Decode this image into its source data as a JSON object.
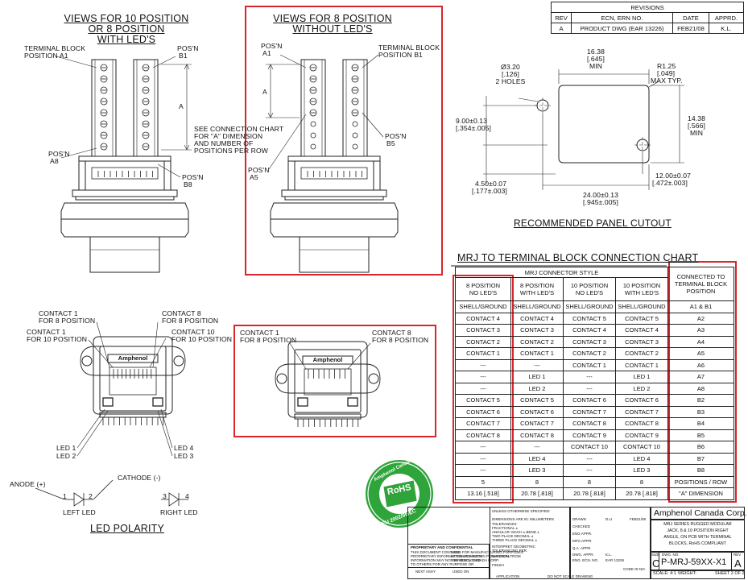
{
  "views10": {
    "title1": "VIEWS FOR 10 POSITION",
    "title2": "OR 8 POSITION",
    "title3": "WITH LED'S",
    "tb_a1_1": "TERMINAL BLOCK",
    "tb_a1_2": "POSITION A1",
    "posb1_1": "POS'N",
    "posb1_2": "B1",
    "posa8_1": "POS'N",
    "posa8_2": "A8",
    "posb8_1": "POS'N",
    "posb8_2": "B8",
    "dim_a": "A",
    "note1": "SEE CONNECTION CHART",
    "note2": "FOR \"A\" DIMENSION",
    "note3": "AND NUMBER OF",
    "note4": "POSITIONS PER ROW"
  },
  "views8": {
    "title1": "VIEWS FOR 8 POSITION",
    "title2": "WITHOUT LED'S",
    "posa1_1": "POS'N",
    "posa1_2": "A1",
    "tb_b1_1": "TERMINAL BLOCK",
    "tb_b1_2": "POSITION B1",
    "posb5_1": "POS'N",
    "posb5_2": "B5",
    "posa5_1": "POS'N",
    "posa5_2": "A5",
    "dim_a": "A"
  },
  "revisions": {
    "title": "REVISIONS",
    "headers": [
      "REV",
      "ECN, ERN NO.",
      "DATE",
      "APPRD."
    ],
    "row": [
      "A",
      "PRODUCT DWG (EAR 13226)",
      "FEB21/08",
      "K.L."
    ]
  },
  "cutout": {
    "title": "RECOMMENDED PANEL CUTOUT",
    "d1": "Ø3.20",
    "d1b": "[.126]",
    "d1c": "2 HOLES",
    "d2": "16.38",
    "d2b": "[.645]",
    "d2c": "MIN",
    "d3": "R1.25",
    "d3b": "[.049]",
    "d3c": "MAX TYP.",
    "d4": "9.00±0.13",
    "d4b": "[.354±.005]",
    "d5": "14.38",
    "d5b": "[.566]",
    "d5c": "MIN",
    "d6": "12.00±0.07",
    "d6b": "[.472±.003]",
    "d7": "4.50±0.07",
    "d7b": "[.177±.003]",
    "d8": "24.00±0.13",
    "d8b": "[.945±.005]"
  },
  "contacts10": {
    "c1a": "CONTACT 1",
    "c1b": "FOR 8 POSITION",
    "c8a": "CONTACT 8",
    "c8b": "FOR 8 POSITION",
    "c1c": "CONTACT 1",
    "c1d": "FOR 10 POSITION",
    "c10a": "CONTACT 10",
    "c10b": "FOR 10 POSITION",
    "brand": "Amphenol",
    "led1": "LED 1",
    "led2": "LED 2",
    "led4": "LED 4",
    "led3": "LED 3"
  },
  "contacts8": {
    "c1a": "CONTACT 1",
    "c1b": "FOR 8 POSITION",
    "c8a": "CONTACT 8",
    "c8b": "FOR 8 POSITION",
    "brand": "Amphenol"
  },
  "polarity": {
    "title": "LED POLARITY",
    "anode": "ANODE (+)",
    "cathode": "CATHODE (-)",
    "p1": "1",
    "p2": "2",
    "p3": "3",
    "p4": "4",
    "left": "LEFT LED",
    "right": "RIGHT LED"
  },
  "chart": {
    "title": "MRJ TO TERMINAL BLOCK CONNECTION CHART",
    "style_header": "MRJ CONNECTOR STYLE",
    "col_headers": [
      [
        "8 POSITION",
        "NO LED'S"
      ],
      [
        "8 POSITION",
        "WITH LED'S"
      ],
      [
        "10 POSITION",
        "NO LED'S"
      ],
      [
        "10 POSITION",
        "WITH LED'S"
      ],
      [
        "CONNECTED TO",
        "TERMINAL BLOCK",
        "POSITION"
      ]
    ],
    "rows": [
      [
        "SHELL/GROUND",
        "SHELL/GROUND",
        "SHELL/GROUND",
        "SHELL/GROUND",
        "A1 & B1"
      ],
      [
        "CONTACT 4",
        "CONTACT 4",
        "CONTACT 5",
        "CONTACT 5",
        "A2"
      ],
      [
        "CONTACT 3",
        "CONTACT 3",
        "CONTACT 4",
        "CONTACT 4",
        "A3"
      ],
      [
        "CONTACT 2",
        "CONTACT 2",
        "CONTACT 3",
        "CONTACT 3",
        "A4"
      ],
      [
        "CONTACT 1",
        "CONTACT 1",
        "CONTACT 2",
        "CONTACT 2",
        "A5"
      ],
      [
        "---",
        "---",
        "CONTACT 1",
        "CONTACT 1",
        "A6"
      ],
      [
        "---",
        "LED 1",
        "---",
        "LED 1",
        "A7"
      ],
      [
        "---",
        "LED 2",
        "---",
        "LED 2",
        "A8"
      ],
      [
        "CONTACT 5",
        "CONTACT 5",
        "CONTACT 6",
        "CONTACT 6",
        "B2"
      ],
      [
        "CONTACT 6",
        "CONTACT 6",
        "CONTACT 7",
        "CONTACT 7",
        "B3"
      ],
      [
        "CONTACT 7",
        "CONTACT 7",
        "CONTACT 8",
        "CONTACT 8",
        "B4"
      ],
      [
        "CONTACT 8",
        "CONTACT 8",
        "CONTACT 9",
        "CONTACT 9",
        "B5"
      ],
      [
        "---",
        "---",
        "CONTACT 10",
        "CONTACT 10",
        "B6"
      ],
      [
        "---",
        "LED 4",
        "---",
        "LED 4",
        "B7"
      ],
      [
        "---",
        "LED 3",
        "---",
        "LED 3",
        "B8"
      ],
      [
        "5",
        "8",
        "8",
        "8",
        "POSITIONS / ROW"
      ],
      [
        "13.16 [.518]",
        "20.78 [.818]",
        "20.78 [.818]",
        "20.78 [.818]",
        "\"A\" DIMENSION"
      ]
    ]
  },
  "stamp": {
    "top": "Amphenol Canada Corp.",
    "center1": "RoHS",
    "center2": "Compliant",
    "bottom": "EU 2002/95/EC"
  },
  "titleblock": {
    "company": "Amphenol Canada Corp.",
    "desc1": "MRJ SERIES RUGGED MODULAR",
    "desc2": "JACK, 8 & 10 POSITION RIGHT",
    "desc3": "ANGLE, ON PCB WITH TERMINAL",
    "desc4": "BLOCKS, RoHS COMPLIANT",
    "size_label": "SIZE",
    "size": "C",
    "dwg_label": "DWG. NO.",
    "dwg": "P-MRJ-59XX-X1",
    "rev_label": "REV",
    "rev": "A",
    "scale": "SCALE: 4:1",
    "weight": "WEIGHT:",
    "sheet": "SHEET 2 OF 2",
    "unless": "UNLESS OTHERWISE SPECIFIED:",
    "drawn": "DRAWN",
    "checked": "CHECKED",
    "eng": "ENG APPR.",
    "mfg": "MFG APPR.",
    "qa": "Q.A. APPR.",
    "drawn_by": "D.LI",
    "date1": "FEB21/08",
    "dim1": "DIMENSIONS ARE IN: MILLIMETERS",
    "dim2": "TOLERANCES:",
    "dim3": "FRACTIONAL ±",
    "dim4": "ANGULAR: MACH ± BEND ±",
    "dim5": "TWO PLACE DECIMAL ±",
    "dim6": "THREE PLACE DECIMAL ±",
    "interp": "INTERPRET GEOMETRIC",
    "tol": "TOLERANCING PER:",
    "material": "MATERIAL",
    "finish": "FINISH",
    "dwg_appr": "DWG. APPR.",
    "kl": "K.L.",
    "ecn": "ENG. ECN. NO.",
    "ear": "EAR 13226",
    "code": "CODE ID NO.",
    "prop1": "PROPRIETARY AND CONFIDENTIAL",
    "prop2": "THIS DOCUMENT CONTAINS",
    "prop3": "PROPRIETARY INFORMATION AND SUCH",
    "prop4": "INFORMATION MAY NOT BE DISCLOSED",
    "prop5": "TO OTHERS FOR ANY PURPOSE OR",
    "prop6": "USED FOR MANUFACTURING PURPOSES",
    "prop7": "WITHOUT WRITTEN PERMISSION FROM",
    "prop8": "AMPHENOL CANADA CORP.",
    "next_assy": "NEXT ASSY",
    "used_on": "USED ON",
    "application": "APPLICATION",
    "noscale": "DO NOT SCALE DRAWING"
  }
}
